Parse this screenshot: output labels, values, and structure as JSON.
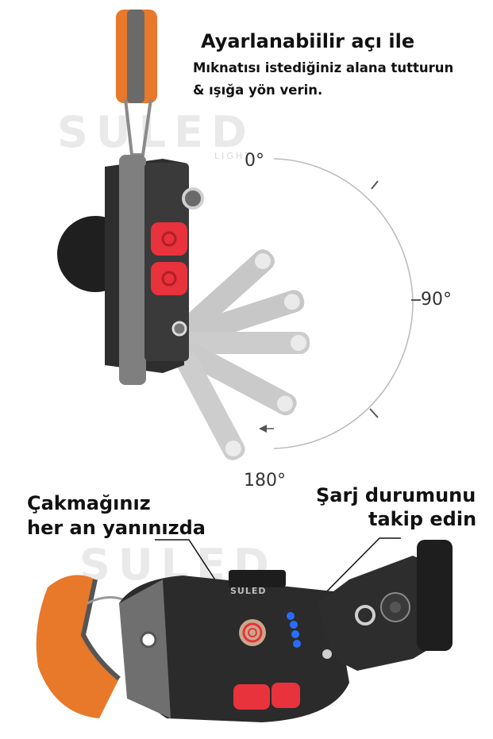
{
  "headline": "Ayarlanabiilir açı ile",
  "subline_1": "Mıknatısı istediğiniz alana tutturun",
  "subline_2": "& ışığa yön verin.",
  "angle_0": "0°",
  "angle_90": "90°",
  "angle_180": "180°",
  "lighter_label_line1": "Çakmağınız",
  "lighter_label_line2": "her an yanınızda",
  "charge_label_line1": "Şarj durumunu",
  "charge_label_line2": "takip edin",
  "watermark": "SULED",
  "watermark_sub": "LIGHT",
  "brand_on_device": "SULED",
  "colors": {
    "orange": "#e8782a",
    "red_button": "#e8323c",
    "dark_body": "#2a2a2a",
    "gray_metal": "#8a8a8a",
    "led_blue": "#2a6cff"
  }
}
